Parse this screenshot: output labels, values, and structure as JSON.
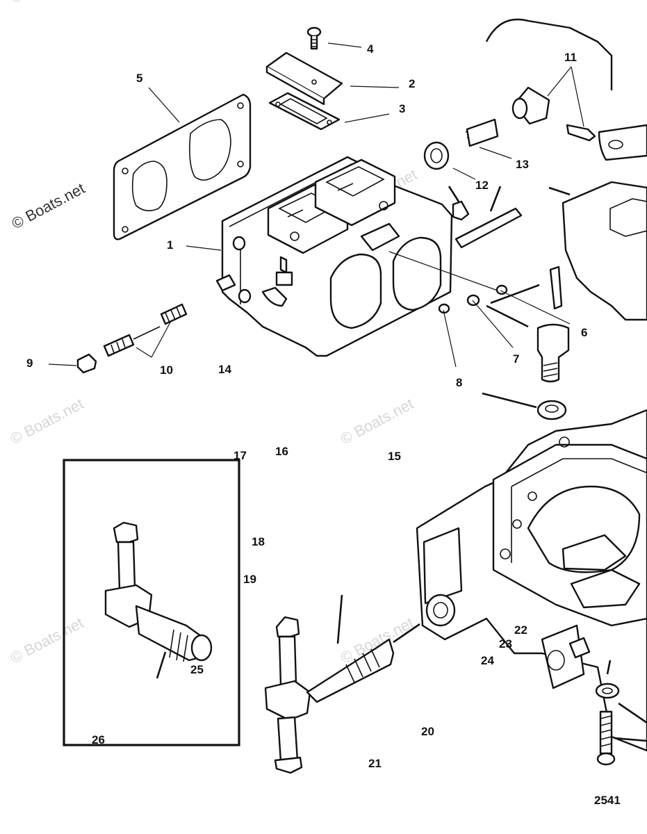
{
  "diagram": {
    "watermarks": [
      "© Boats.net",
      "© Boats.net",
      "© Boats.net",
      "© Boats.net",
      "© Boats.net",
      "© Boats.net",
      "© Boats.net"
    ],
    "callouts": [
      "1",
      "2",
      "3",
      "4",
      "5",
      "6",
      "7",
      "8",
      "9",
      "10",
      "11",
      "12",
      "13",
      "14",
      "15",
      "16",
      "17",
      "18",
      "19",
      "20",
      "21",
      "22",
      "23",
      "24",
      "25",
      "26"
    ],
    "figure_number": "2541"
  }
}
